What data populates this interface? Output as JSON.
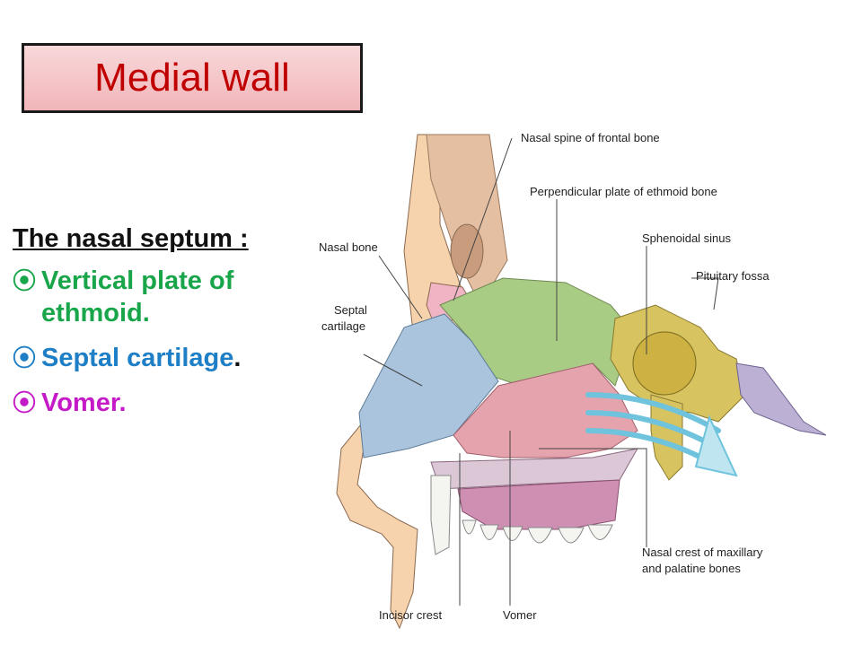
{
  "slide": {
    "title": "Medial wall",
    "heading": "The nasal septum :",
    "bullets": [
      {
        "mark": "⦿",
        "text": "Vertical plate of ethmoid.",
        "color": "#19a64a"
      },
      {
        "mark": "⦿",
        "text": "Septal cartilage",
        "suffix": ".",
        "color": "#1e7fc6"
      },
      {
        "mark": "⦿",
        "text": "Vomer.",
        "color": "#c51ac7"
      }
    ]
  },
  "diagram": {
    "labels": {
      "nasal_spine": "Nasal spine of frontal bone",
      "perpendicular_plate": "Perpendicular plate of ethmoid bone",
      "sphenoidal_sinus": "Sphenoidal sinus",
      "pituitary_fossa": "Pituitary fossa",
      "nasal_bone": "Nasal bone",
      "septal_line1": "Septal",
      "septal_line2": "cartilage",
      "nasal_crest_line1": "Nasal crest of maxillary",
      "nasal_crest_line2": "and palatine bones",
      "incisor_crest": "Incisor crest",
      "vomer": "Vomer"
    },
    "colors": {
      "septal_cartilage": "#a9c4dc",
      "ethmoid": "#a9cc84",
      "vomer": "#e4a3ad",
      "sphenoid": "#d7c35f",
      "nasal_bone": "#f0b4c4",
      "skin": "#f6d3ad",
      "bone_texture": "#e5bfa1",
      "palate": "#dbc7d6",
      "gum": "#cf8fb3",
      "airflow": "#6fc3dc"
    }
  }
}
